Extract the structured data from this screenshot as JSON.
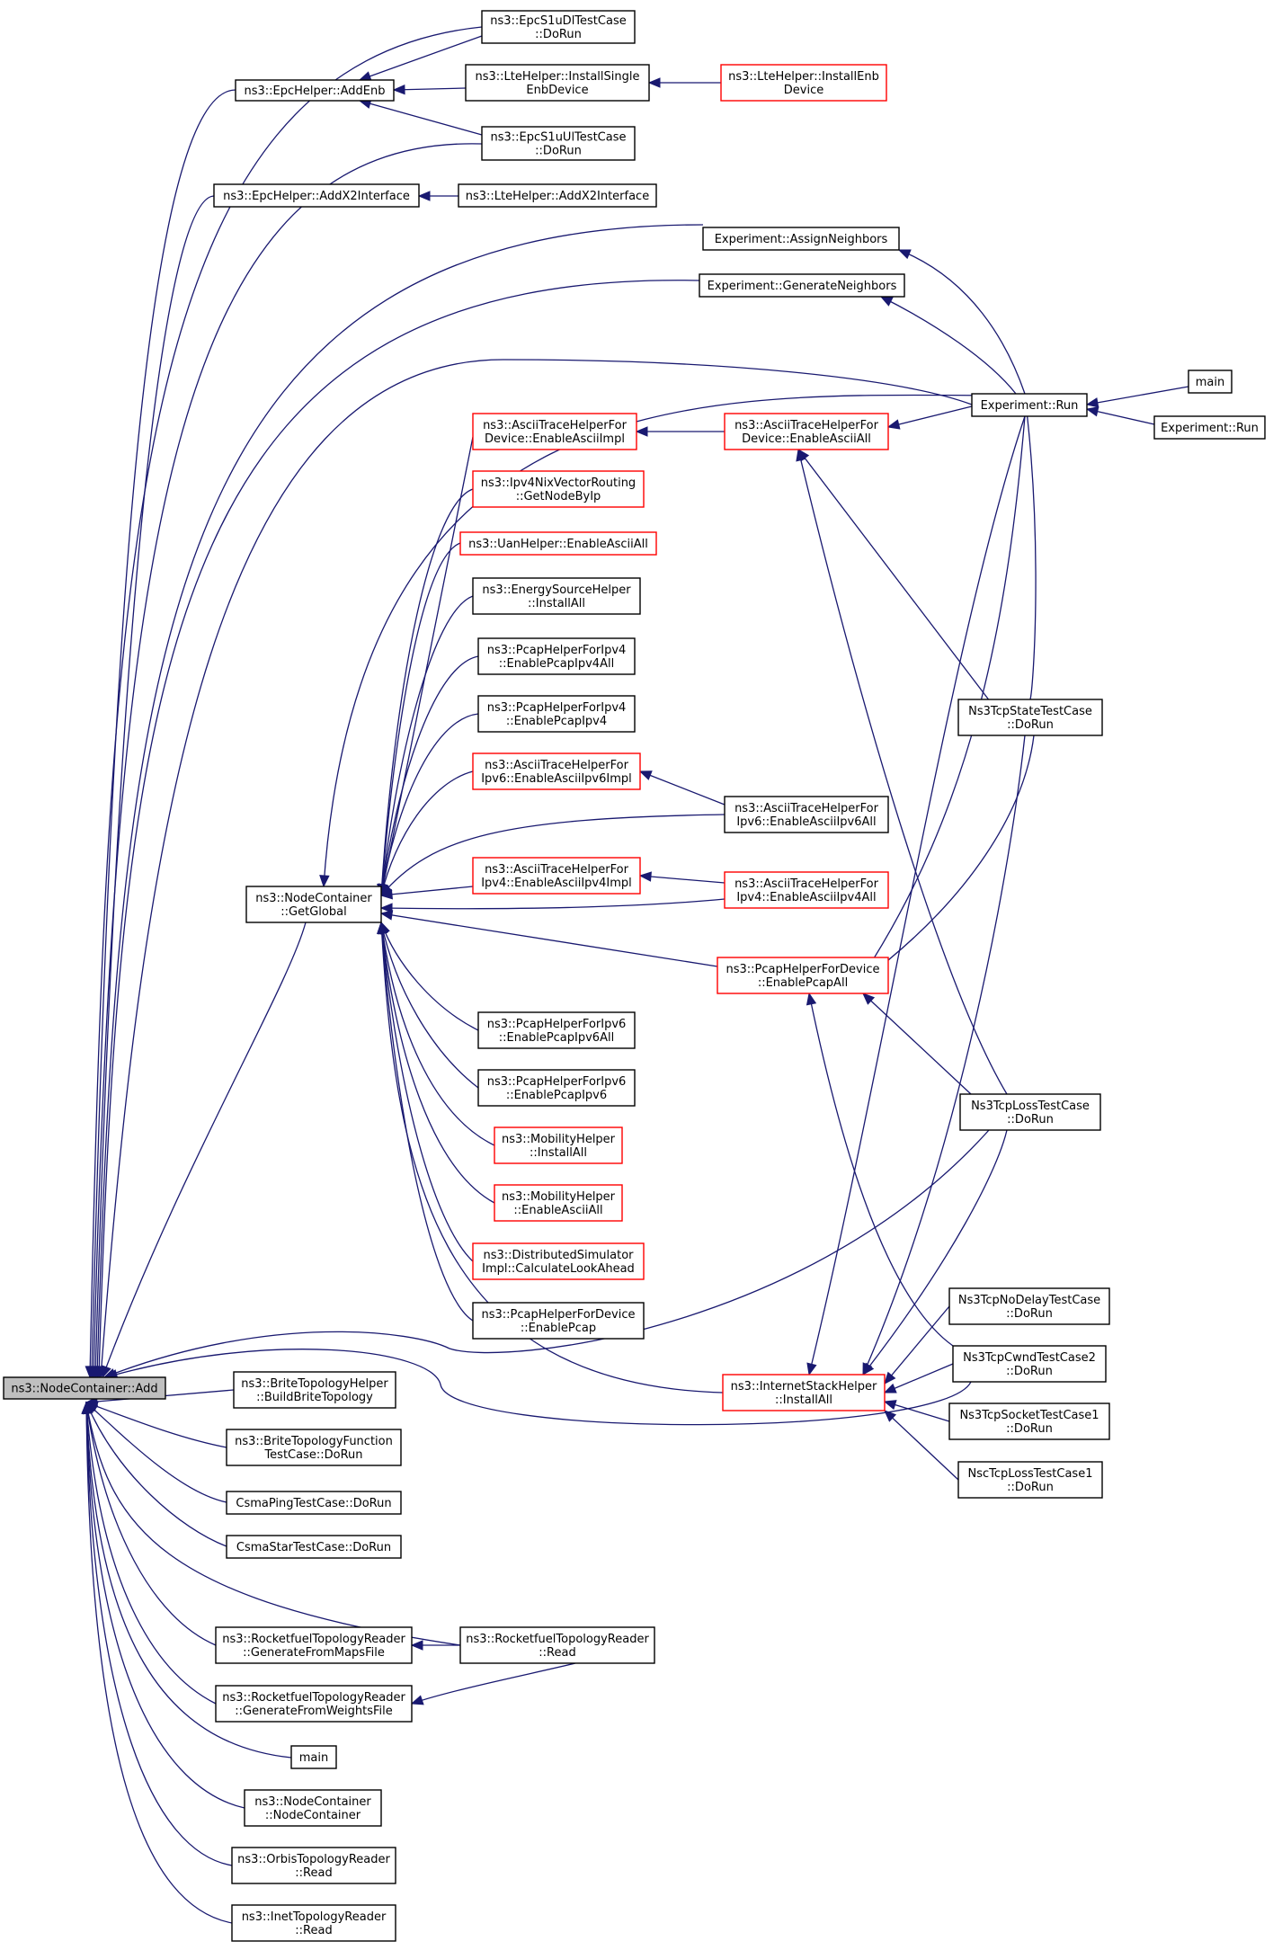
{
  "graph": {
    "nodes": [
      {
        "id": "root",
        "lines": [
          "ns3::NodeContainer::Add"
        ],
        "color": "root"
      },
      {
        "id": "epcS1uDl",
        "lines": [
          "ns3::EpcS1uDlTestCase",
          "::DoRun"
        ],
        "color": "black"
      },
      {
        "id": "epcAddEnb",
        "lines": [
          "ns3::EpcHelper::AddEnb"
        ],
        "color": "black"
      },
      {
        "id": "lteInstallSingle",
        "lines": [
          "ns3::LteHelper::InstallSingle",
          "EnbDevice"
        ],
        "color": "black"
      },
      {
        "id": "lteInstallEnb",
        "lines": [
          "ns3::LteHelper::InstallEnb",
          "Device"
        ],
        "color": "red"
      },
      {
        "id": "epcS1uUl",
        "lines": [
          "ns3::EpcS1uUlTestCase",
          "::DoRun"
        ],
        "color": "black"
      },
      {
        "id": "epcAddX2",
        "lines": [
          "ns3::EpcHelper::AddX2Interface"
        ],
        "color": "black"
      },
      {
        "id": "lteAddX2",
        "lines": [
          "ns3::LteHelper::AddX2Interface"
        ],
        "color": "black"
      },
      {
        "id": "expAssign",
        "lines": [
          "Experiment::AssignNeighbors"
        ],
        "color": "black"
      },
      {
        "id": "expGenerate",
        "lines": [
          "Experiment::GenerateNeighbors"
        ],
        "color": "black"
      },
      {
        "id": "expRun",
        "lines": [
          "Experiment::Run"
        ],
        "color": "black"
      },
      {
        "id": "mainTop",
        "lines": [
          "main"
        ],
        "color": "black"
      },
      {
        "id": "expRun2",
        "lines": [
          "Experiment::Run"
        ],
        "color": "black"
      },
      {
        "id": "asciiDevImpl",
        "lines": [
          "ns3::AsciiTraceHelperFor",
          "Device::EnableAsciiImpl"
        ],
        "color": "red"
      },
      {
        "id": "asciiDevAll",
        "lines": [
          "ns3::AsciiTraceHelperFor",
          "Device::EnableAsciiAll"
        ],
        "color": "red"
      },
      {
        "id": "ipv4Nix",
        "lines": [
          "ns3::Ipv4NixVectorRouting",
          "::GetNodeByIp"
        ],
        "color": "red"
      },
      {
        "id": "uanHelper",
        "lines": [
          "ns3::UanHelper::EnableAsciiAll"
        ],
        "color": "red"
      },
      {
        "id": "energySource",
        "lines": [
          "ns3::EnergySourceHelper",
          "::InstallAll"
        ],
        "color": "black"
      },
      {
        "id": "pcapIpv4All",
        "lines": [
          "ns3::PcapHelperForIpv4",
          "::EnablePcapIpv4All"
        ],
        "color": "black"
      },
      {
        "id": "pcapIpv4",
        "lines": [
          "ns3::PcapHelperForIpv4",
          "::EnablePcapIpv4"
        ],
        "color": "black"
      },
      {
        "id": "asciiIpv6Impl",
        "lines": [
          "ns3::AsciiTraceHelperFor",
          "Ipv6::EnableAsciiIpv6Impl"
        ],
        "color": "red"
      },
      {
        "id": "asciiIpv6All",
        "lines": [
          "ns3::AsciiTraceHelperFor",
          "Ipv6::EnableAsciiIpv6All"
        ],
        "color": "black"
      },
      {
        "id": "getGlobal",
        "lines": [
          "ns3::NodeContainer",
          "::GetGlobal"
        ],
        "color": "black"
      },
      {
        "id": "asciiIpv4Impl",
        "lines": [
          "ns3::AsciiTraceHelperFor",
          "Ipv4::EnableAsciiIpv4Impl"
        ],
        "color": "red"
      },
      {
        "id": "asciiIpv4All",
        "lines": [
          "ns3::AsciiTraceHelperFor",
          "Ipv4::EnableAsciiIpv4All"
        ],
        "color": "red"
      },
      {
        "id": "pcapDevAll",
        "lines": [
          "ns3::PcapHelperForDevice",
          "::EnablePcapAll"
        ],
        "color": "red"
      },
      {
        "id": "nsTcpState",
        "lines": [
          "Ns3TcpStateTestCase",
          "::DoRun"
        ],
        "color": "black"
      },
      {
        "id": "pcapIpv6All",
        "lines": [
          "ns3::PcapHelperForIpv6",
          "::EnablePcapIpv6All"
        ],
        "color": "black"
      },
      {
        "id": "pcapIpv6",
        "lines": [
          "ns3::PcapHelperForIpv6",
          "::EnablePcapIpv6"
        ],
        "color": "black"
      },
      {
        "id": "nsTcpLoss",
        "lines": [
          "Ns3TcpLossTestCase",
          "::DoRun"
        ],
        "color": "black"
      },
      {
        "id": "mobInstall",
        "lines": [
          "ns3::MobilityHelper",
          "::InstallAll"
        ],
        "color": "red"
      },
      {
        "id": "mobAscii",
        "lines": [
          "ns3::MobilityHelper",
          "::EnableAsciiAll"
        ],
        "color": "red"
      },
      {
        "id": "distSim",
        "lines": [
          "ns3::DistributedSimulator",
          "Impl::CalculateLookAhead"
        ],
        "color": "red"
      },
      {
        "id": "pcapDev",
        "lines": [
          "ns3::PcapHelperForDevice",
          "::EnablePcap"
        ],
        "color": "black"
      },
      {
        "id": "nsTcpNoDelay",
        "lines": [
          "Ns3TcpNoDelayTestCase",
          "::DoRun"
        ],
        "color": "black"
      },
      {
        "id": "internetStack",
        "lines": [
          "ns3::InternetStackHelper",
          "::InstallAll"
        ],
        "color": "red"
      },
      {
        "id": "nsTcpCwnd",
        "lines": [
          "Ns3TcpCwndTestCase2",
          "::DoRun"
        ],
        "color": "black"
      },
      {
        "id": "nsTcpSocket",
        "lines": [
          "Ns3TcpSocketTestCase1",
          "::DoRun"
        ],
        "color": "black"
      },
      {
        "id": "nscTcpLoss",
        "lines": [
          "NscTcpLossTestCase1",
          "::DoRun"
        ],
        "color": "black"
      },
      {
        "id": "briteBuild",
        "lines": [
          "ns3::BriteTopologyHelper",
          "::BuildBriteTopology"
        ],
        "color": "black"
      },
      {
        "id": "briteFunc",
        "lines": [
          "ns3::BriteTopologyFunction",
          "TestCase::DoRun"
        ],
        "color": "black"
      },
      {
        "id": "csmaPing",
        "lines": [
          "CsmaPingTestCase::DoRun"
        ],
        "color": "black"
      },
      {
        "id": "csmaStar",
        "lines": [
          "CsmaStarTestCase::DoRun"
        ],
        "color": "black"
      },
      {
        "id": "rocketMaps",
        "lines": [
          "ns3::RocketfuelTopologyReader",
          "::GenerateFromMapsFile"
        ],
        "color": "black"
      },
      {
        "id": "rocketRead",
        "lines": [
          "ns3::RocketfuelTopologyReader",
          "::Read"
        ],
        "color": "black"
      },
      {
        "id": "rocketWeights",
        "lines": [
          "ns3::RocketfuelTopologyReader",
          "::GenerateFromWeightsFile"
        ],
        "color": "black"
      },
      {
        "id": "mainBottom",
        "lines": [
          "main"
        ],
        "color": "black"
      },
      {
        "id": "nodeContainerCtor",
        "lines": [
          "ns3::NodeContainer",
          "::NodeContainer"
        ],
        "color": "black"
      },
      {
        "id": "orbisRead",
        "lines": [
          "ns3::OrbisTopologyReader",
          "::Read"
        ],
        "color": "black"
      },
      {
        "id": "inetRead",
        "lines": [
          "ns3::InetTopologyReader",
          "::Read"
        ],
        "color": "black"
      }
    ]
  }
}
